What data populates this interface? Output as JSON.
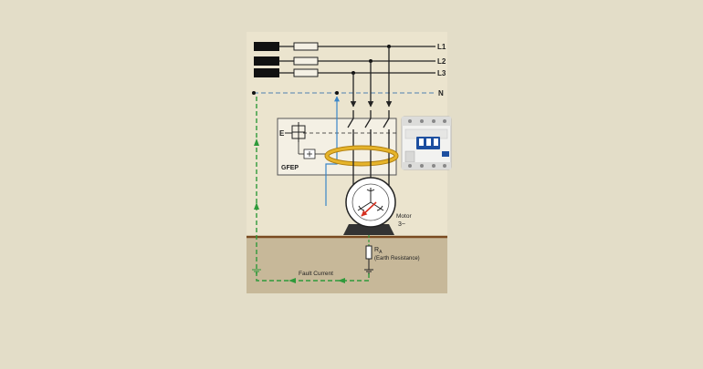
{
  "diagram": {
    "phase_labels": [
      "L1",
      "L2",
      "L3"
    ],
    "neutral_label": "N",
    "relay_terminal_label": "E",
    "relay_label": "GFEP",
    "motor_label_line1": "Motor",
    "motor_label_line2": "3~",
    "earth_resistance_symbol": "R",
    "earth_resistance_subscript": "A",
    "earth_resistance_label": "(Earth Resistance)",
    "fault_current_label": "Fault Current"
  },
  "colors": {
    "background": "#e3ddc8",
    "panel": "#ebe4ce",
    "soil": "#c7b899",
    "ground_line": "#7a4a20",
    "wire": "#222222",
    "neutral": "#4f7fb0",
    "signal": "#3a86c8",
    "fault": "#2f9a3a",
    "toroid": "#d9a21b",
    "fault_arrow": "#d63020"
  }
}
